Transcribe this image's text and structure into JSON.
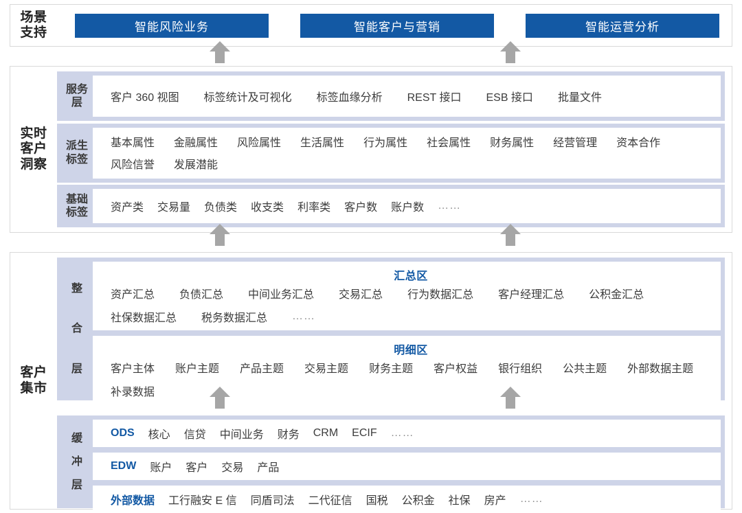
{
  "colors": {
    "accent_blue": "#1359a4",
    "layer_band": "#ced4e8",
    "arrow_gray": "#a6a6a6",
    "section_border": "#d9d9d9",
    "text": "#3c3c3c"
  },
  "sections": {
    "scenario": {
      "caption": "场景\n支持",
      "buttons": [
        {
          "label": "智能风险业务"
        },
        {
          "label": "智能客户与营销"
        },
        {
          "label": "智能运营分析"
        }
      ]
    },
    "insight": {
      "caption": "实时\n客户\n洞察",
      "layers": [
        {
          "label": "服务\n层",
          "panes": [
            {
              "title": "",
              "items": [
                "客户 360 视图",
                "标签统计及可视化",
                "标签血缘分析",
                "REST 接口",
                "ESB 接口",
                "批量文件"
              ]
            }
          ]
        },
        {
          "label": "派生\n标签",
          "panes": [
            {
              "title": "",
              "items": [
                "基本属性",
                "金融属性",
                "风险属性",
                "生活属性",
                "行为属性",
                "社会属性",
                "财务属性",
                "经营管理",
                "资本合作",
                "风险信誉",
                "发展潜能"
              ]
            }
          ]
        },
        {
          "label": "基础\n标签",
          "panes": [
            {
              "title": "",
              "items": [
                "资产类",
                "交易量",
                "负债类",
                "收支类",
                "利率类",
                "客户数",
                "账户数",
                "……"
              ]
            }
          ]
        }
      ]
    },
    "mart": {
      "caption": "客户\n集市",
      "layers": [
        {
          "label_chars": [
            "整",
            "合",
            "层"
          ],
          "panes": [
            {
              "title": "汇总区",
              "items": [
                "资产汇总",
                "负债汇总",
                "中间业务汇总",
                "交易汇总",
                "行为数据汇总",
                "客户经理汇总",
                "公积金汇总",
                "社保数据汇总",
                "税务数据汇总",
                "……"
              ]
            },
            {
              "title": "明细区",
              "items": [
                "客户主体",
                "账户主题",
                "产品主题",
                "交易主题",
                "财务主题",
                "客户权益",
                "银行组织",
                "公共主题",
                "外部数据主题",
                "补录数据"
              ]
            }
          ]
        },
        {
          "label_chars": [
            "缓",
            "冲",
            "层"
          ],
          "panes": [
            {
              "title": "",
              "accent_first": "ODS",
              "items": [
                "ODS",
                "核心",
                "信贷",
                "中间业务",
                "财务",
                "CRM",
                "ECIF",
                "……"
              ]
            },
            {
              "title": "",
              "accent_first": "EDW",
              "items": [
                "EDW",
                "账户",
                "客户",
                "交易",
                "产品"
              ]
            },
            {
              "title": "",
              "accent_first": "外部数据",
              "items": [
                "外部数据",
                "工行融安 E 信",
                "同盾司法",
                "二代征信",
                "国税",
                "公积金",
                "社保",
                "房产",
                "……"
              ]
            }
          ]
        }
      ]
    }
  },
  "arrows": {
    "description": "upward gray arrows connecting stacked sections",
    "positions": [
      "scenario-left",
      "scenario-right",
      "insight-left",
      "insight-right",
      "mart-left",
      "mart-right"
    ]
  }
}
